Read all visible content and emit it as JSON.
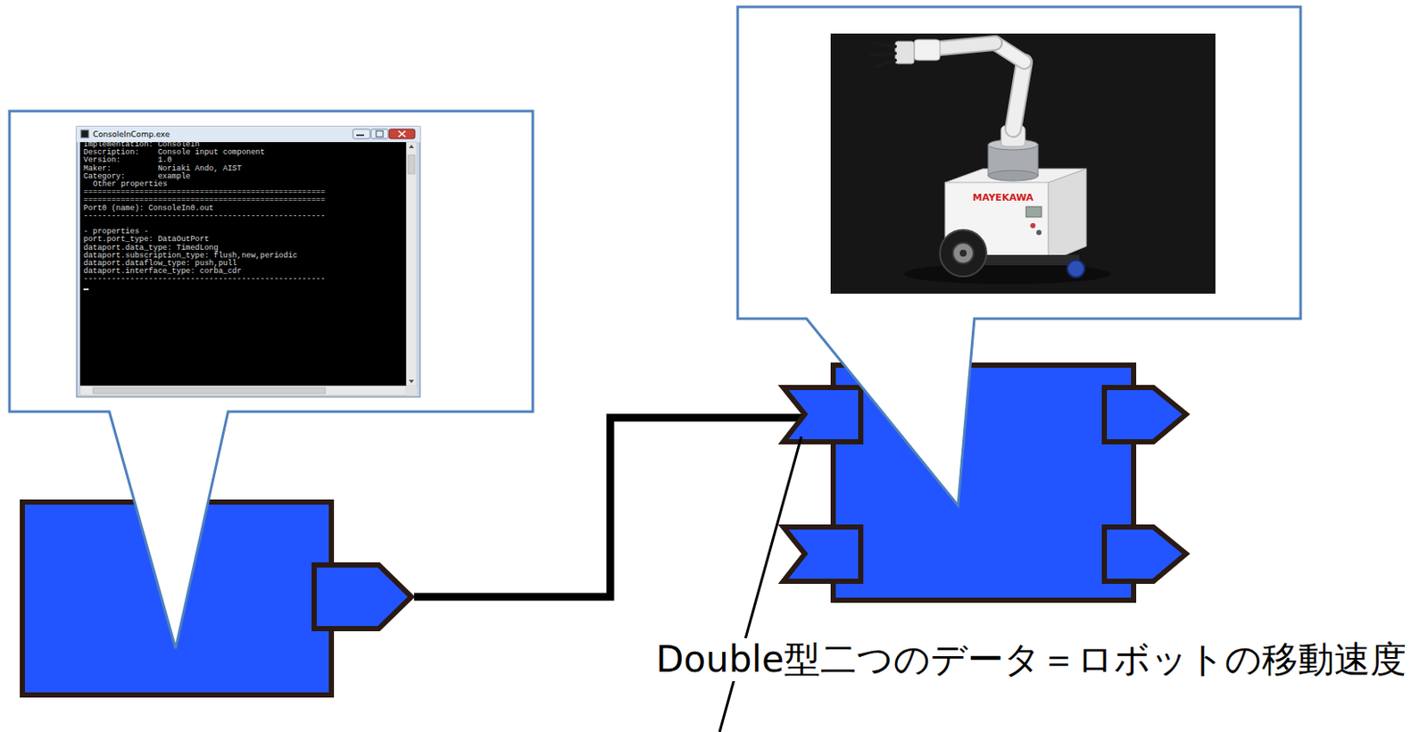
{
  "diagram": {
    "nodes": [
      {
        "text": []
      },
      {
        "text": []
      }
    ],
    "edges": [
      {
        "from": 0,
        "to": 1,
        "arrow": "none"
      }
    ],
    "labels": [
      "ConsoleInComp.exe",
      "Implementation: ConsoleIn",
      "Description:    Console input component",
      "Version:        1.0",
      "Maker:          Noriaki Ando, AIST",
      "Category:       example",
      "Other properties",
      "====================================================",
      "====================================================",
      "Port0 (name): ConsoleIn0.out",
      "----------------------------------------------------",
      "- properties -",
      "port.port_type: DataOutPort",
      "dataport.data_type: TimedLong",
      "dataport.subscription_type: flush,new,periodic",
      "dataport.dataflow_type: push,pull",
      "dataport.interface_type: corba_cdr",
      "----------------------------------------------------",
      "MAYEKAWA",
      "Double型二つのデータ＝ロボットの移動速度"
    ]
  }
}
